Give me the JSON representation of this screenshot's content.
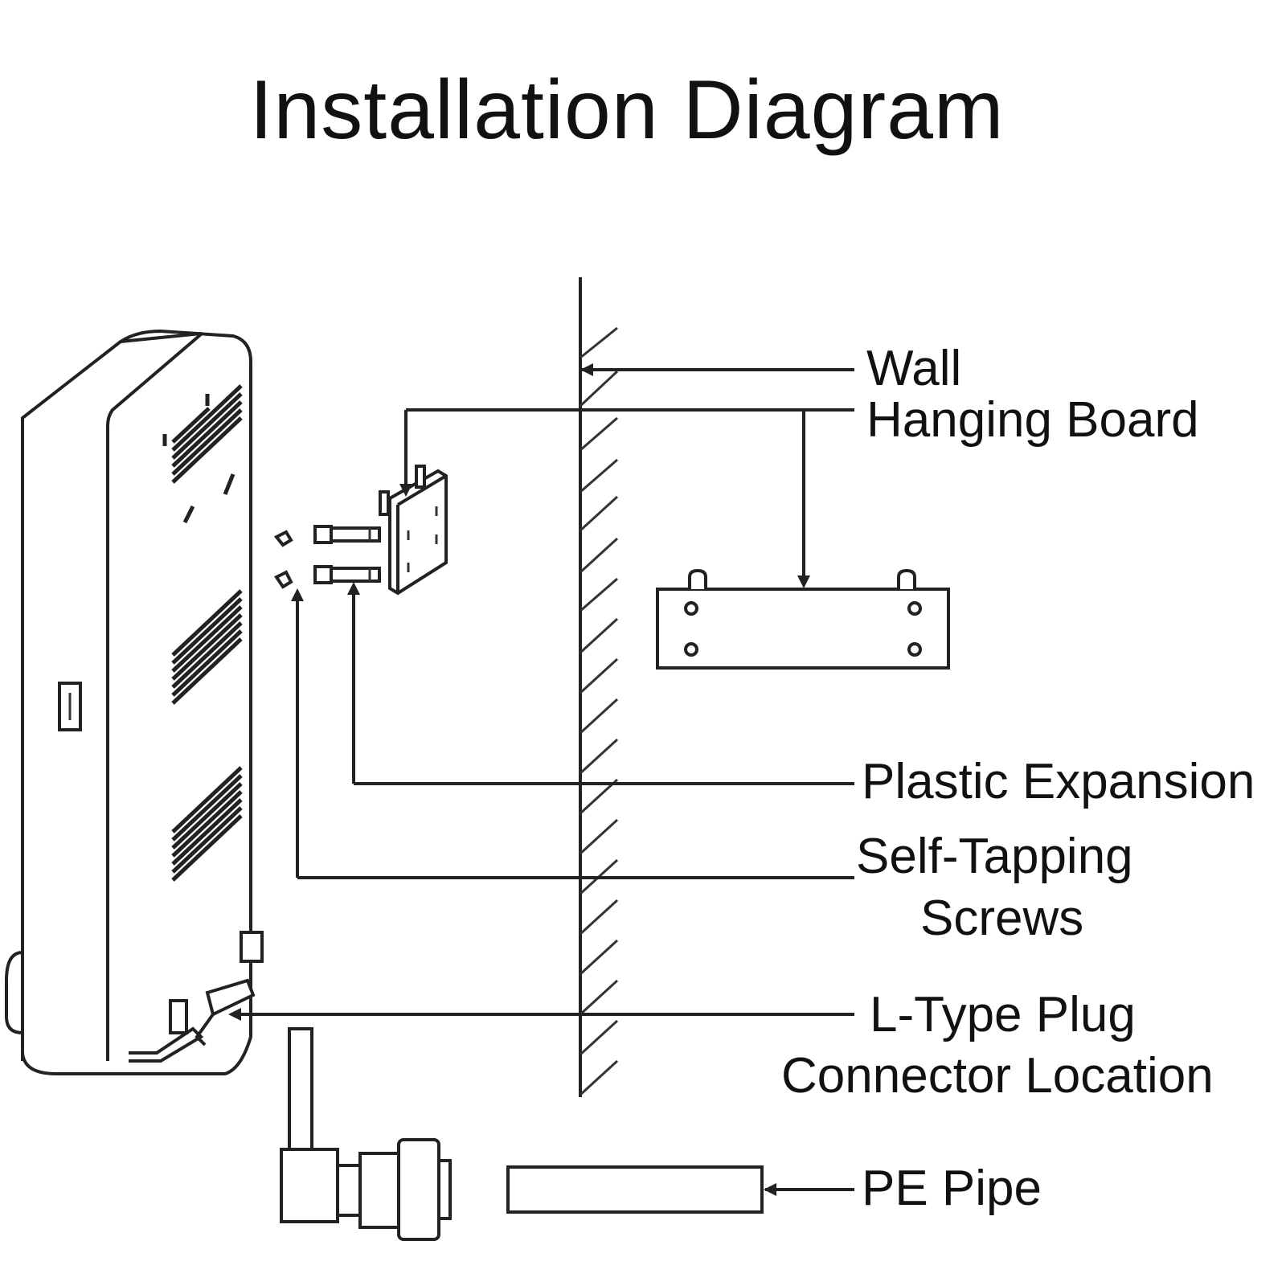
{
  "title": "Installation Diagram",
  "labels": {
    "wall": "Wall",
    "hanging_board": "Hanging Board",
    "plastic_expansion": "Plastic Expansion",
    "self_tapping_line1": "Self-Tapping",
    "self_tapping_line2": "Screws",
    "ltype_line1": "L-Type Plug",
    "ltype_line2": "Connector Location",
    "pe_pipe": "PE Pipe"
  }
}
